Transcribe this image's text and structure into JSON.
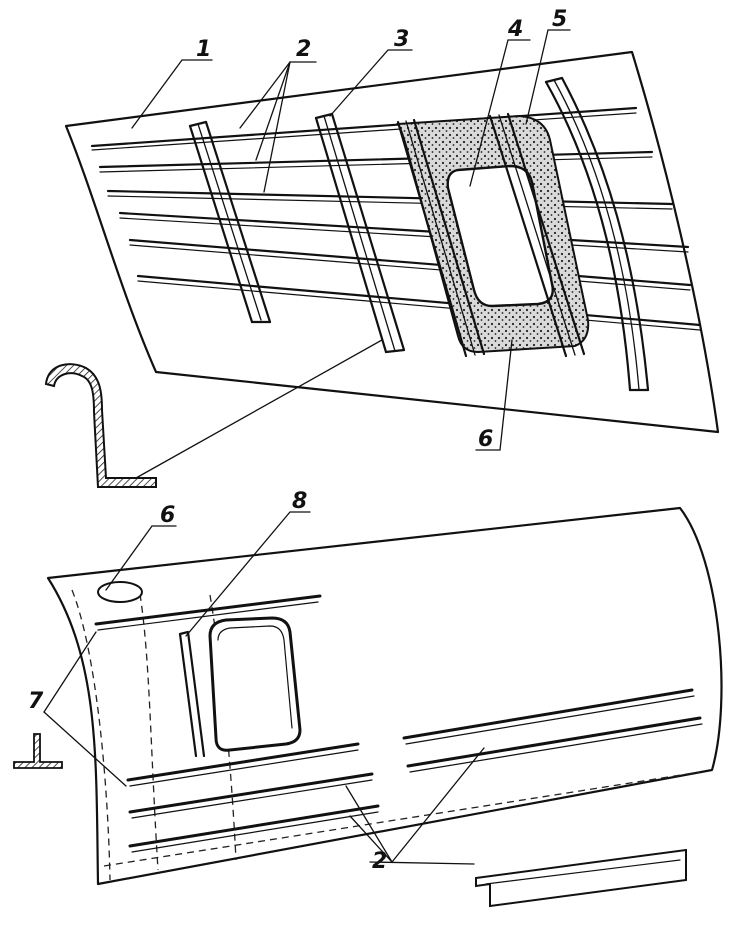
{
  "callouts": {
    "c1": "1",
    "c2_top": "2",
    "c3": "3",
    "c4": "4",
    "c5": "5",
    "c6_top": "6",
    "c6_bottom": "6",
    "c7": "7",
    "c8": "8",
    "c2_bottom": "2"
  }
}
